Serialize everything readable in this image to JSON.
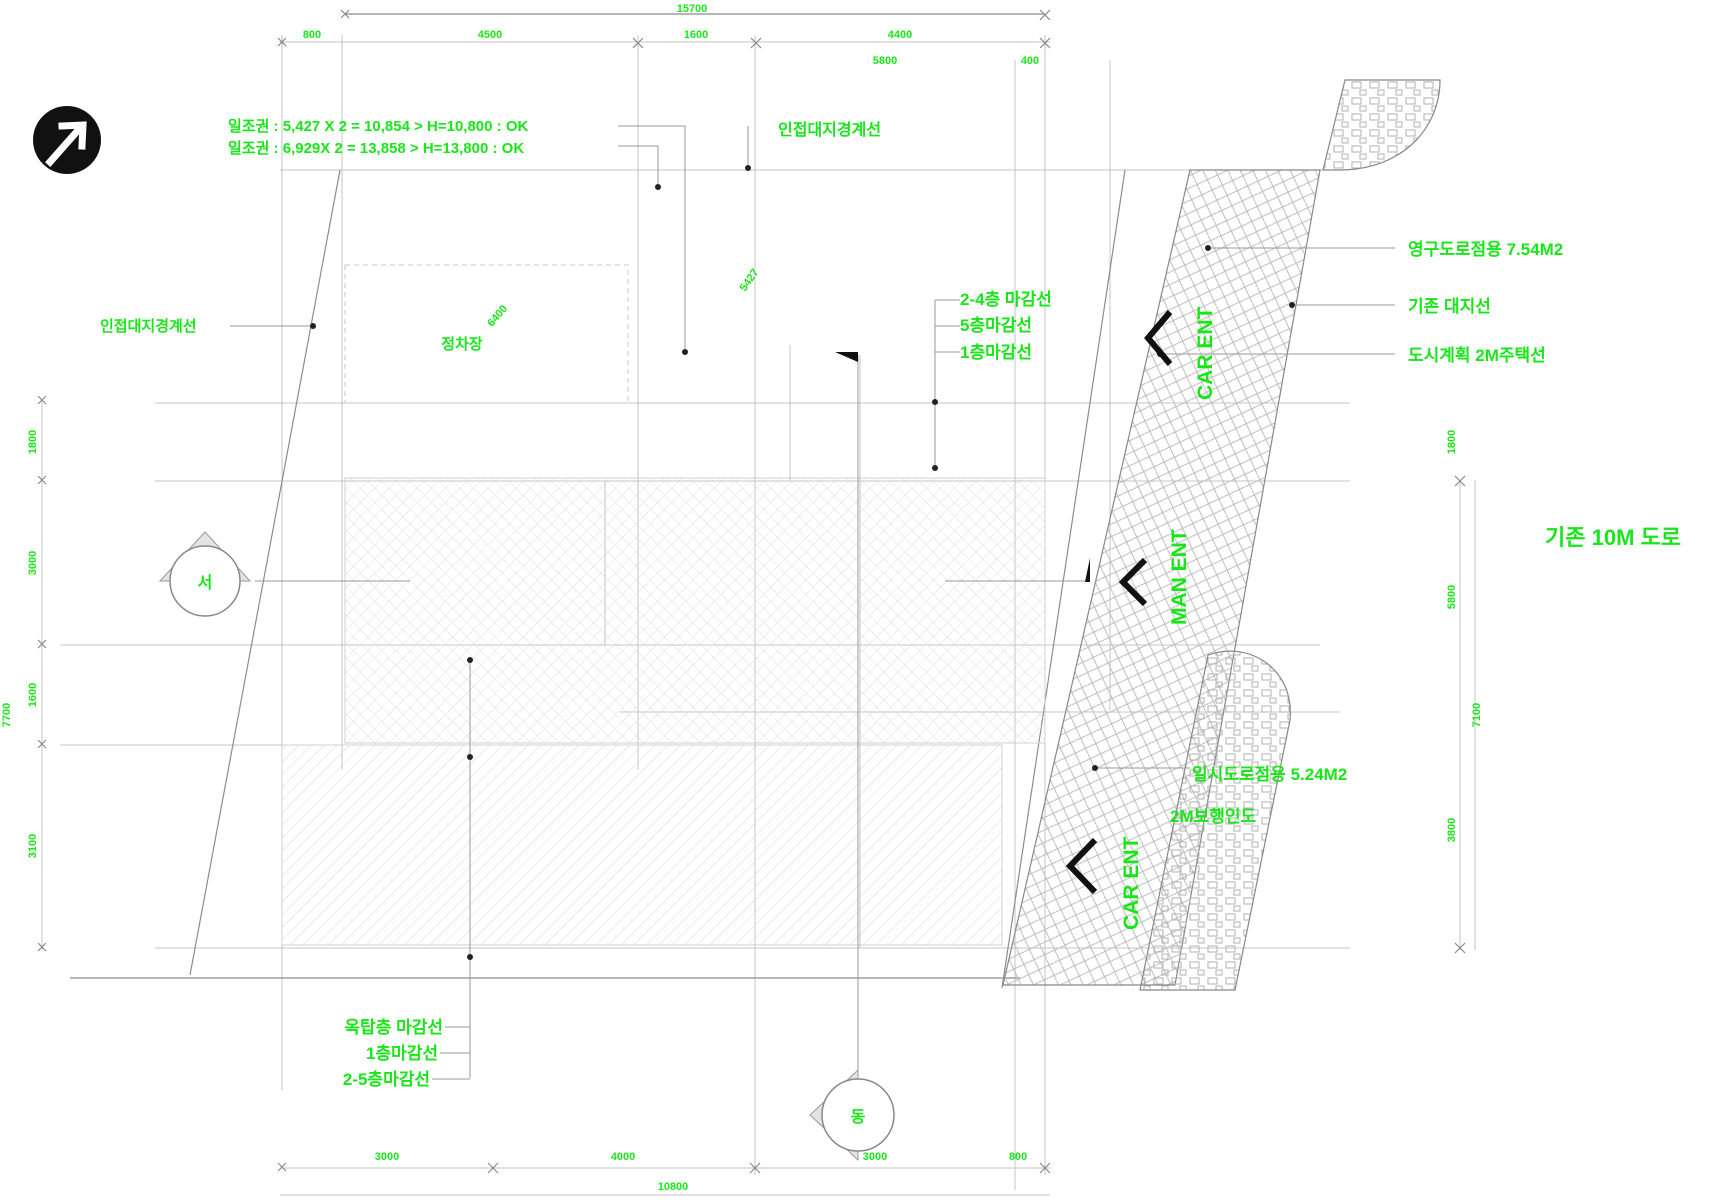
{
  "dimensions": {
    "top_total": "15700",
    "top_parts": [
      "800",
      "4500",
      "1600",
      "4400"
    ],
    "top_sub": [
      "5800",
      "400"
    ],
    "bottom_parts": [
      "3000",
      "4000",
      "3000",
      "800"
    ],
    "bottom_total": "10800",
    "left": [
      "1800",
      "3000",
      "1600",
      "3100",
      "7700"
    ],
    "right": [
      "1800",
      "5800",
      "7100",
      "3800"
    ]
  },
  "calc": {
    "line1": "일조권 : 5,427 X 2 = 10,854 > H=10,800 : OK",
    "line2": "일조권 : 6,929X 2 = 13,858 > H=13,800 : OK"
  },
  "labels": {
    "neighbor_boundary_top": "인접대지경계선",
    "neighbor_boundary_left": "인접대지경계선",
    "parking": "정차장",
    "finish_2_4": "2-4층 마감선",
    "finish_5": "5층마감선",
    "finish_1_top": "1층마감선",
    "road_area_1": "영구도로점용 7.54M2",
    "existing_site_line": "기존 대지선",
    "plan_line": "도시계획 2M주택선",
    "existing_road": "기존 10M 도로",
    "road_area_2": "일시도로점용 5.24M2",
    "sidewalk": "2M보행인도",
    "rooftop_finish": "옥탑층 마감선",
    "finish_1_bottom": "1층마감선",
    "finish_2_5": "2-5층마감선",
    "car_ent_top": "CAR ENT",
    "man_ent": "MAN ENT",
    "car_ent_bottom": "CAR ENT",
    "section_west": "서",
    "section_south": "동",
    "diag_1": "6400",
    "diag_2": "5427"
  },
  "icons": {
    "north": "north-arrow-icon",
    "entry": "entry-chevron-icon"
  },
  "colors": {
    "annotation": "#19e619",
    "line": "#c4c4c4",
    "background": "#ffffff"
  }
}
